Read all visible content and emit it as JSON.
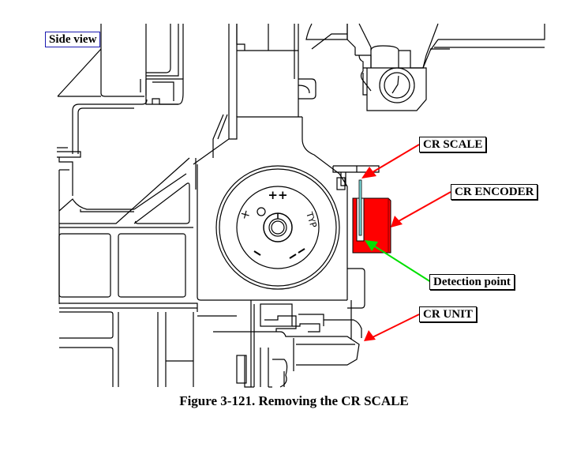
{
  "figure": {
    "caption": "Figure 3-121.  Removing the CR SCALE",
    "view_label": "Side view",
    "dial_markings": {
      "top": "++",
      "right": "TYP",
      "left": "×"
    },
    "callouts": [
      {
        "id": "cr-scale",
        "label": "CR SCALE",
        "arrow_color": "#ff0000"
      },
      {
        "id": "cr-encoder",
        "label": "CR ENCODER",
        "arrow_color": "#ff0000"
      },
      {
        "id": "detection-point",
        "label": "Detection point",
        "arrow_color": "#00e000"
      },
      {
        "id": "cr-unit",
        "label": "CR UNIT",
        "arrow_color": "#ff0000"
      }
    ],
    "colors": {
      "encoder_fill": "#ff0000",
      "scale_fill": "#7fe0e0",
      "line": "#000000",
      "view_label_border": "#1a1ab0"
    }
  }
}
